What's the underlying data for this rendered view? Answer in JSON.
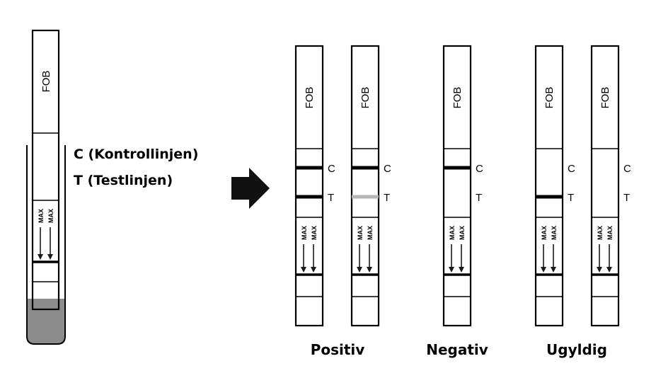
{
  "strip_text": "FOB",
  "max_text": "MAX",
  "legend": {
    "control": "C (Kontrollinjen)",
    "test": "T (Testlinjen)"
  },
  "markers": {
    "c": "C",
    "t": "T"
  },
  "groups": [
    {
      "label": "Positiv"
    },
    {
      "label": "Negativ"
    },
    {
      "label": "Ugyldig"
    }
  ],
  "strips": [
    {
      "group": "Positiv",
      "c_line": "strong",
      "t_line": "strong"
    },
    {
      "group": "Positiv",
      "c_line": "strong",
      "t_line": "faint"
    },
    {
      "group": "Negativ",
      "c_line": "strong",
      "t_line": "none"
    },
    {
      "group": "Ugyldig",
      "c_line": "none",
      "t_line": "strong"
    },
    {
      "group": "Ugyldig",
      "c_line": "none",
      "t_line": "none"
    }
  ],
  "colors": {
    "line": "#000000",
    "faint_line": "#b4b4b4",
    "liquid": "#8c8c8c",
    "arrow": "#1a1a1a"
  }
}
